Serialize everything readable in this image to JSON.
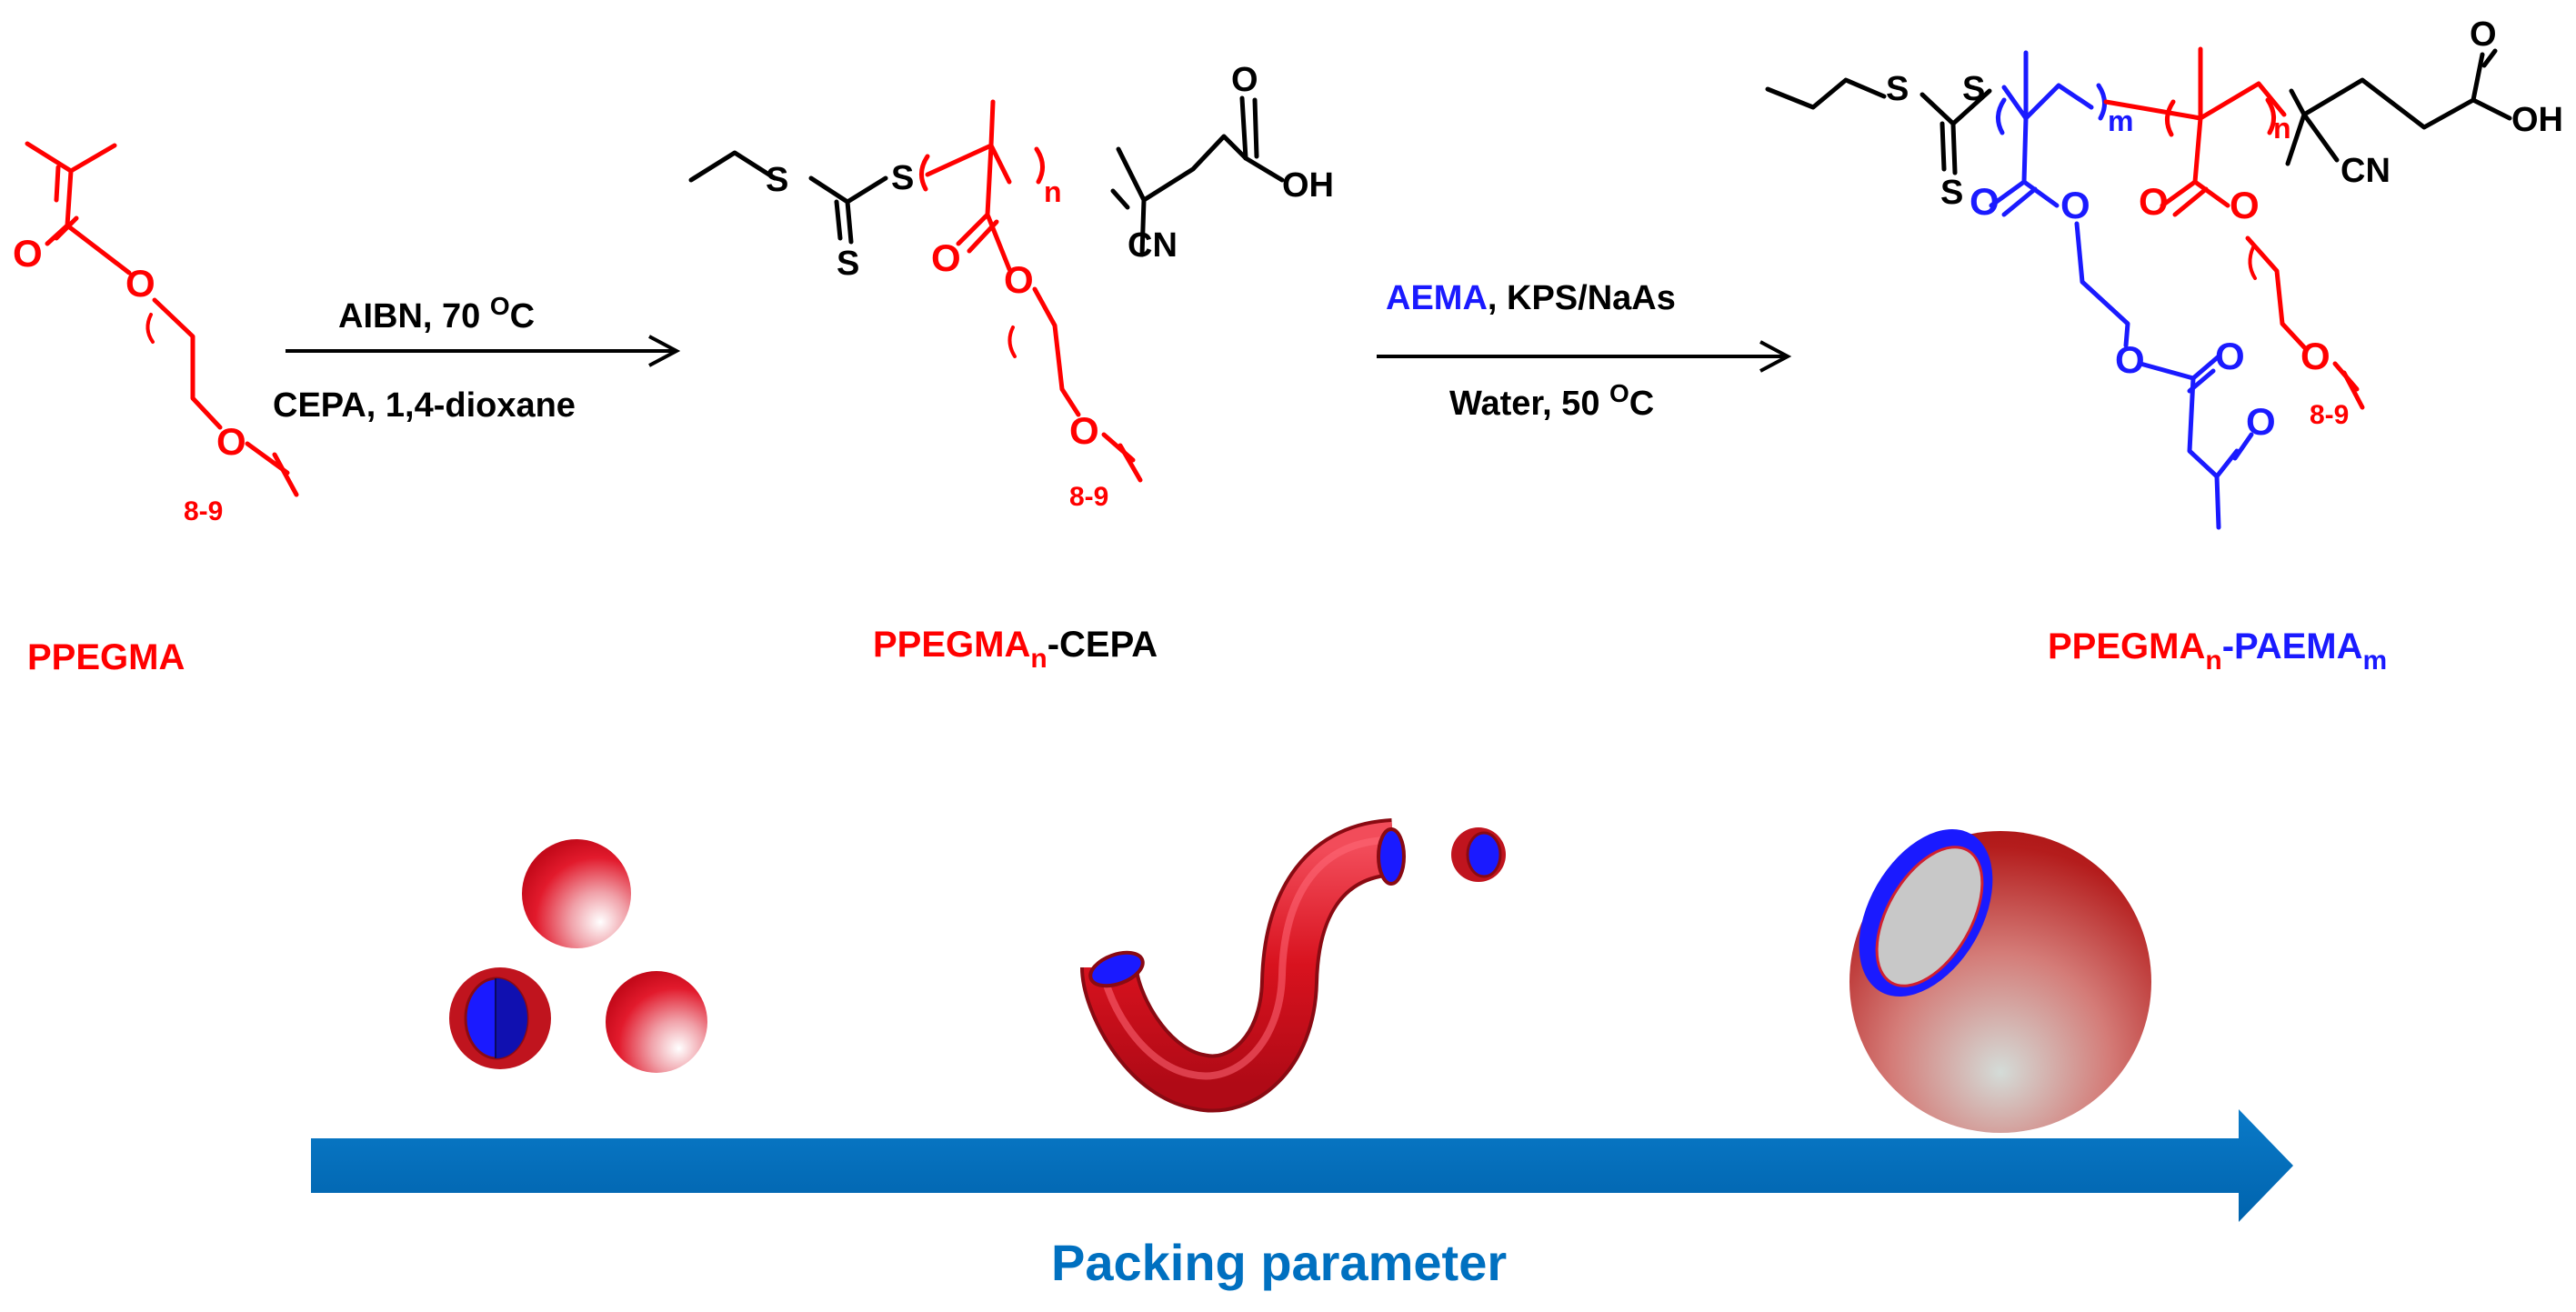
{
  "colors": {
    "peg": "#ff0000",
    "aema": "#1a1aff",
    "ink": "#000000",
    "arrow": "#0070c0",
    "sphere_red": "#d4101c",
    "core_grey": "#c8c8c8"
  },
  "atoms": {
    "O": "O",
    "S": "S",
    "OH": "OH",
    "CN": "CN"
  },
  "monomer": {
    "repeat_label": "8-9",
    "name": "PPEGMA"
  },
  "step1": {
    "line1_text": "AIBN, 70 ",
    "line1_sup": "O",
    "line1_unit": "C",
    "line2_text": "CEPA, 1,4-dioxane"
  },
  "macro_cta": {
    "repeat_label": "8-9",
    "sub_n": "n",
    "name_main": "PPEGMA",
    "name_sub": "n",
    "name_suffix": "-CEPA"
  },
  "step2": {
    "reagent_blue": "AEMA",
    "reagent_rest": ", KPS/NaAs",
    "line2_text": "Water, 50 ",
    "line2_sup": "O",
    "line2_unit": "C"
  },
  "block_copolymer": {
    "repeat_label": "8-9",
    "sub_m": "m",
    "sub_n": "n",
    "name_red": "PPEGMA",
    "name_red_sub": "n",
    "name_dash": "-",
    "name_blue": "PAEMA",
    "name_blue_sub": "m"
  },
  "morphologies": [
    "spheres",
    "worm",
    "vesicle"
  ],
  "axis": {
    "label": "Packing parameter"
  }
}
